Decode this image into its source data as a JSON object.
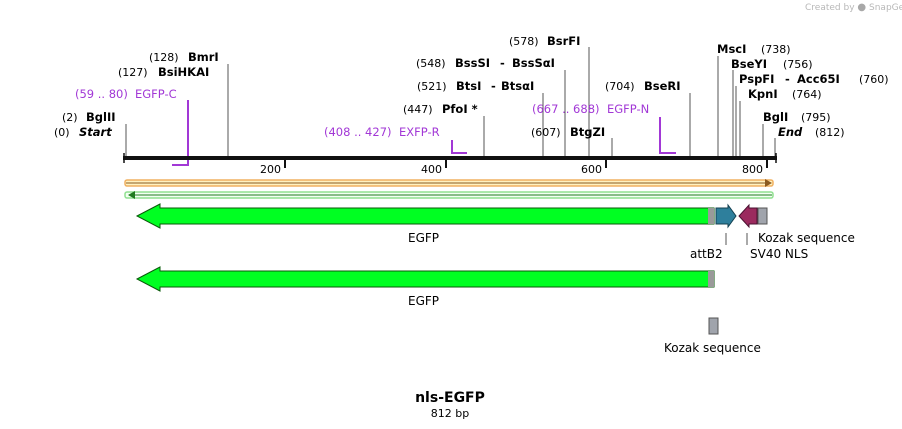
{
  "credit": {
    "prefix": "Created by",
    "brand": "SnapGene"
  },
  "title": "nls-EGFP",
  "length_label": "812 bp",
  "colors": {
    "egfp": "#00ff22",
    "attB2": "#2e7f9c",
    "sv40": "#9b2a5e",
    "kozak": "#a0a4ac",
    "primer": "#a238d6",
    "orf_border": "#f0b060",
    "orf_fill": "#fff2c0"
  },
  "ruler": {
    "ticks": [
      "200",
      "400",
      "600",
      "800"
    ]
  },
  "labels": {
    "start_pos": "(0)",
    "start": "Start",
    "end": "End",
    "end_pos": "(812)",
    "bglII_pos": "(2)",
    "bglII": "BglII",
    "bsiHKAI_pos": "(127)",
    "bsiHKAI": "BsiHKAI",
    "bmrI_pos": "(128)",
    "bmrI": "BmrI",
    "egfpC_range": "(59 .. 80)",
    "egfpC": "EGFP-C",
    "exfpR_range": "(408 .. 427)",
    "exfpR": "EXFP-R",
    "pfoI_pos": "(447)",
    "pfoI": "PfoI *",
    "btsI_pos": "(521)",
    "btsI": "BtsI",
    "btsaI": "BtsαI",
    "bssSI_pos": "(548)",
    "bssSI": "BssSI",
    "bssSaI": "BssSαI",
    "bsrFI_pos": "(578)",
    "bsrFI": "BsrFI",
    "egfpN_range": "(667 .. 688)",
    "egfpN": "EGFP-N",
    "btgZI_pos": "(607)",
    "btgZI": "BtgZI",
    "bseRI_pos": "(704)",
    "bseRI": "BseRI",
    "mscI": "MscI",
    "mscI_pos": "(738)",
    "bseYI": "BseYI",
    "bseYI_pos": "(756)",
    "pspFI": "PspFI",
    "acc65I": "Acc65I",
    "pspFI_pos": "(760)",
    "kpnI": "KpnI",
    "kpnI_pos": "(764)",
    "bglI": "BglI",
    "bglI_pos": "(795)",
    "dash": "-"
  },
  "features": {
    "egfp_top": "EGFP",
    "attB2": "attB2",
    "kozak_top": "Kozak sequence",
    "sv40": "SV40 NLS",
    "egfp_bottom": "EGFP",
    "kozak_bottom": "Kozak sequence"
  }
}
